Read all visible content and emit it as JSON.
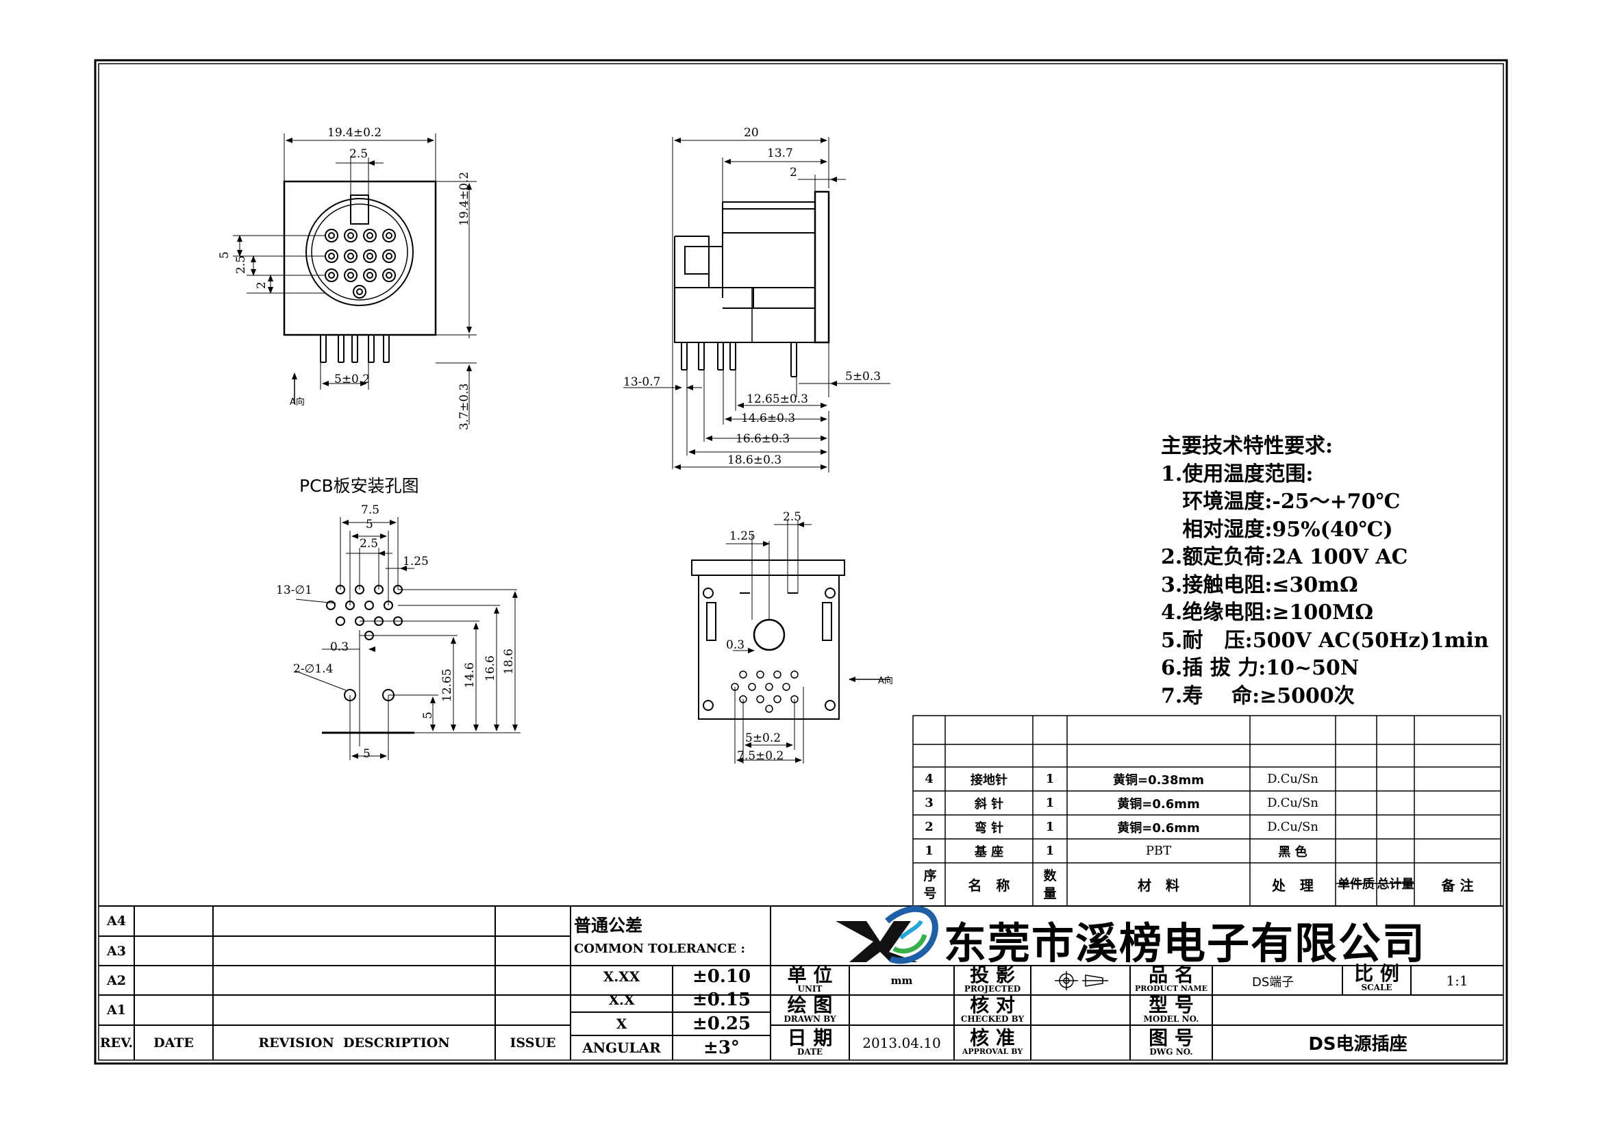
{
  "front_view": {
    "dim_width": "19.4±0.2",
    "dim_pitch": "2.5",
    "dim_height": "19.4±0.2",
    "dim_v5": "5",
    "dim_v25": "2.5",
    "dim_v2": "2",
    "dim_pin_spacing": "5±0.2",
    "dim_pin_length": "3.7±0.3",
    "view_arrow": "A向"
  },
  "side_view": {
    "dim_total": "20",
    "dim_body": "13.7",
    "dim_flange": "2",
    "dim_pins": "13-0.7",
    "dim_12_65": "12.65±0.3",
    "dim_14_6": "14.6±0.3",
    "dim_16_6": "16.6±0.3",
    "dim_18_6": "18.6±0.3",
    "dim_5": "5±0.3"
  },
  "pcb_layout": {
    "title": "PCB板安装孔图",
    "dim_7_5": "7.5",
    "dim_5": "5",
    "dim_2_5": "2.5",
    "dim_1_25": "1.25",
    "holes": "13-∅1",
    "dim_0_3": "0.3",
    "mount_holes": "2-∅1.4",
    "dim_bottom_5": "5",
    "dim_v5": "5",
    "dim_12_65": "12.65",
    "dim_14_6": "14.6",
    "dim_16_6": "16.6",
    "dim_18_6": "18.6"
  },
  "bottom_view": {
    "dim_2_5": "2.5",
    "dim_1_25": "1.25",
    "dim_0_3": "0.3",
    "view_arrow": "A向",
    "dim_5": "5±0.2",
    "dim_7_5": "7.5±0.2"
  },
  "specs": {
    "title": "主要技术特性要求:",
    "lines": [
      "1.使用温度范围:",
      "   环境温度:-25～+70℃",
      "   相对湿度:95%(40℃)",
      "2.额定负荷:2A 100V AC",
      "3.接触电阻:≤30mΩ",
      "4.绝缘电阻:≥100MΩ",
      "5.耐   压:500V AC(50Hz)1min",
      "6.插 拔 力:10~50N",
      "7.寿    命:≥5000次"
    ]
  },
  "bom": {
    "rows": [
      {
        "no": "4",
        "name": "接地针",
        "qty": "1",
        "material": "黄铜=0.38mm",
        "treatment": "D.Cu/Sn"
      },
      {
        "no": "3",
        "name": "斜 针",
        "qty": "1",
        "material": "黄铜=0.6mm",
        "treatment": "D.Cu/Sn"
      },
      {
        "no": "2",
        "name": "弯 针",
        "qty": "1",
        "material": "黄铜=0.6mm",
        "treatment": "D.Cu/Sn"
      },
      {
        "no": "1",
        "name": "基 座",
        "qty": "1",
        "material": "PBT",
        "treatment": "黑 色"
      }
    ],
    "header": {
      "no": "序号",
      "name": "名   称",
      "qty": "数量",
      "material": "材   料",
      "treatment": "处   理",
      "unit_weight": "单件质",
      "total_weight": "总计量",
      "remark": "备 注"
    }
  },
  "revision": {
    "rows": [
      "A4",
      "A3",
      "A2",
      "A1"
    ],
    "headers": [
      "REV.",
      "DATE",
      "REVISION  DESCRIPTION",
      "ISSUE"
    ]
  },
  "tolerance": {
    "title_cn": "普通公差",
    "title_en": "COMMON TOLERANCE :",
    "rows": [
      {
        "label": "X.XX",
        "value": "±0.10"
      },
      {
        "label": "X.X",
        "value": "±0.15"
      },
      {
        "label": "X",
        "value": "±0.25"
      },
      {
        "label": "ANGULAR",
        "value": "±3°"
      }
    ]
  },
  "title_block": {
    "company": "东莞市溪榜电子有限公司",
    "unit_cn": "单 位",
    "unit_en": "UNIT",
    "unit_val": "mm",
    "proj_cn": "投 影",
    "proj_en": "PROJECTED",
    "pname_cn": "品 名",
    "pname_en": "PRODUCT NAME",
    "pname_val": "DS端子",
    "scale_cn": "比 例",
    "scale_en": "SCALE",
    "scale_val": "1:1",
    "drawn_cn": "绘 图",
    "drawn_en": "DRAWN BY",
    "checked_cn": "核 对",
    "checked_en": "CHECKED BY",
    "model_cn": "型 号",
    "model_en": "MODEL NO.",
    "date_cn": "日 期",
    "date_en": "DATE",
    "date_val": "2013.04.10",
    "approval_cn": "核 准",
    "approval_en": "APPROVAL BY",
    "dwg_cn": "图 号",
    "dwg_en": "DWG NO.",
    "dwg_val": "DS电源插座"
  },
  "colors": {
    "logo_blue": "#1f5fa8",
    "logo_cyan": "#22a7d8",
    "logo_green": "#37b04a",
    "logo_dark": "#111111"
  }
}
